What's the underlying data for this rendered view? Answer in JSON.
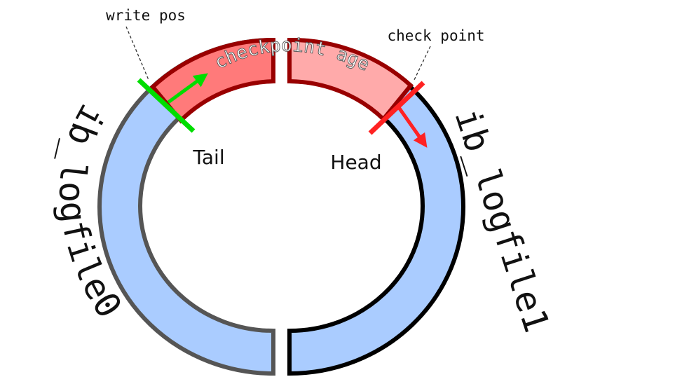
{
  "labels": {
    "write_pos": "write pos",
    "check_point": "check point",
    "tail": "Tail",
    "head": "Head",
    "checkpoint_age": "checkpoint age",
    "file0": "ib_logfile0",
    "file1": "ib_logfile1"
  },
  "colors": {
    "file_fill": "#aaccff",
    "file0_stroke": "#555555",
    "file1_stroke": "#000000",
    "age_fill_left": "#ff7a7a",
    "age_fill_right": "#ffaaaa",
    "age_stroke": "#990000",
    "write_pos_marker": "#00dd00",
    "check_point_marker": "#ff2222"
  }
}
